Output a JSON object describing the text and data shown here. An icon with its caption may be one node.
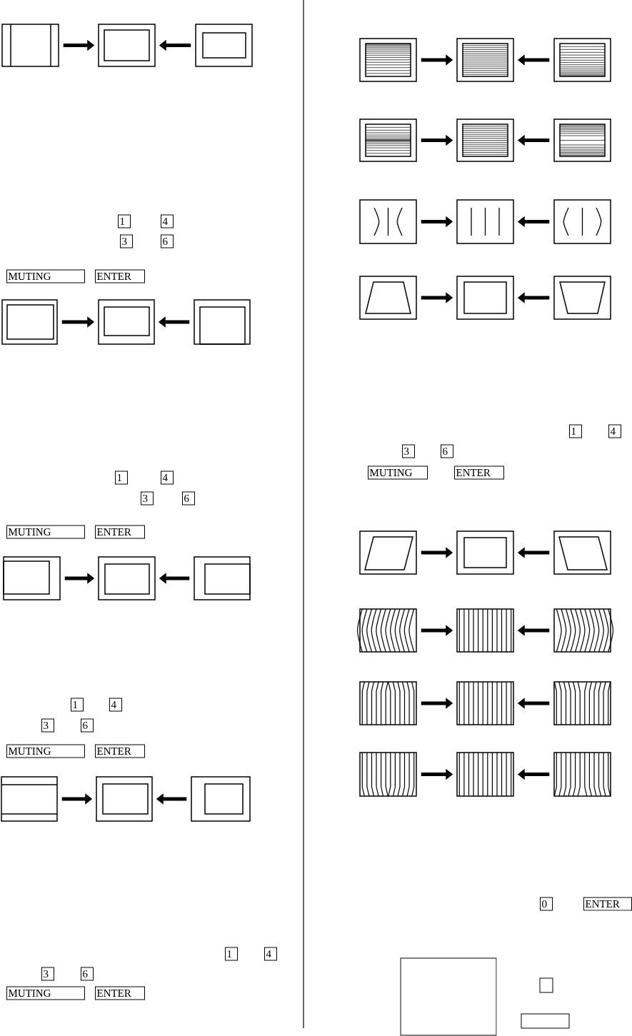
{
  "diagram": {
    "nodes": [
      {
        "text": [],
        "shape": "picture"
      },
      {
        "text": [],
        "shape": "picture"
      },
      {
        "text": [],
        "shape": "picture"
      },
      {
        "text": [
          "1"
        ]
      },
      {
        "text": [
          "4"
        ]
      },
      {
        "text": [
          "3"
        ]
      },
      {
        "text": [
          "6"
        ]
      },
      {
        "text": [
          "MUTING"
        ]
      },
      {
        "text": [
          "ENTER"
        ]
      },
      {
        "text": [],
        "shape": "picture"
      },
      {
        "text": [],
        "shape": "picture"
      },
      {
        "text": [],
        "shape": "picture"
      },
      {
        "text": [
          "1"
        ]
      },
      {
        "text": [
          "4"
        ]
      },
      {
        "text": [
          "3"
        ]
      },
      {
        "text": [
          "6"
        ]
      },
      {
        "text": [
          "MUTING"
        ]
      },
      {
        "text": [
          "ENTER"
        ]
      },
      {
        "text": [],
        "shape": "picture"
      },
      {
        "text": [],
        "shape": "picture"
      },
      {
        "text": [],
        "shape": "picture"
      },
      {
        "text": [
          "1"
        ]
      },
      {
        "text": [
          "4"
        ]
      },
      {
        "text": [
          "3"
        ]
      },
      {
        "text": [
          "6"
        ]
      },
      {
        "text": [
          "MUTING"
        ]
      },
      {
        "text": [
          "ENTER"
        ]
      },
      {
        "text": [],
        "shape": "picture"
      },
      {
        "text": [],
        "shape": "picture"
      },
      {
        "text": [],
        "shape": "picture"
      },
      {
        "text": [
          "1"
        ]
      },
      {
        "text": [
          "4"
        ]
      },
      {
        "text": [
          "3"
        ]
      },
      {
        "text": [
          "6"
        ]
      },
      {
        "text": [
          "MUTING"
        ]
      },
      {
        "text": [
          "ENTER"
        ]
      },
      {
        "text": [],
        "shape": "picture"
      },
      {
        "text": [],
        "shape": "picture"
      },
      {
        "text": [],
        "shape": "picture"
      },
      {
        "text": [],
        "shape": "picture"
      },
      {
        "text": [],
        "shape": "picture"
      },
      {
        "text": [],
        "shape": "picture"
      },
      {
        "text": [],
        "shape": "picture"
      },
      {
        "text": [],
        "shape": "picture"
      },
      {
        "text": [],
        "shape": "picture"
      },
      {
        "text": [],
        "shape": "picture"
      },
      {
        "text": [],
        "shape": "picture"
      },
      {
        "text": [],
        "shape": "picture"
      },
      {
        "text": [
          "1"
        ]
      },
      {
        "text": [
          "4"
        ]
      },
      {
        "text": [
          "3"
        ]
      },
      {
        "text": [
          "6"
        ]
      },
      {
        "text": [
          "MUTING"
        ]
      },
      {
        "text": [
          "ENTER"
        ]
      },
      {
        "text": [],
        "shape": "picture"
      },
      {
        "text": [],
        "shape": "picture"
      },
      {
        "text": [],
        "shape": "picture"
      },
      {
        "text": [],
        "shape": "picture"
      },
      {
        "text": [],
        "shape": "picture"
      },
      {
        "text": [],
        "shape": "picture"
      },
      {
        "text": [],
        "shape": "picture"
      },
      {
        "text": [],
        "shape": "picture"
      },
      {
        "text": [],
        "shape": "picture"
      },
      {
        "text": [],
        "shape": "picture"
      },
      {
        "text": [],
        "shape": "picture"
      },
      {
        "text": [],
        "shape": "picture"
      },
      {
        "text": [
          "0"
        ]
      },
      {
        "text": [
          "ENTER"
        ]
      },
      {
        "text": [],
        "shape": "box"
      },
      {
        "text": [],
        "shape": "box"
      },
      {
        "text": [],
        "shape": "box"
      }
    ],
    "edges": [
      {
        "from": 0,
        "to": 1,
        "arrow": "to"
      },
      {
        "from": 2,
        "to": 1,
        "arrow": "to"
      },
      {
        "from": 9,
        "to": 10,
        "arrow": "to"
      },
      {
        "from": 11,
        "to": 10,
        "arrow": "to"
      },
      {
        "from": 18,
        "to": 19,
        "arrow": "to"
      },
      {
        "from": 20,
        "to": 19,
        "arrow": "to"
      },
      {
        "from": 27,
        "to": 28,
        "arrow": "to"
      },
      {
        "from": 29,
        "to": 28,
        "arrow": "to"
      },
      {
        "from": 36,
        "to": 37,
        "arrow": "to"
      },
      {
        "from": 38,
        "to": 37,
        "arrow": "to"
      },
      {
        "from": 39,
        "to": 40,
        "arrow": "to"
      },
      {
        "from": 41,
        "to": 40,
        "arrow": "to"
      },
      {
        "from": 42,
        "to": 43,
        "arrow": "to"
      },
      {
        "from": 44,
        "to": 43,
        "arrow": "to"
      },
      {
        "from": 45,
        "to": 46,
        "arrow": "to"
      },
      {
        "from": 47,
        "to": 46,
        "arrow": "to"
      },
      {
        "from": 54,
        "to": 55,
        "arrow": "to"
      },
      {
        "from": 56,
        "to": 55,
        "arrow": "to"
      },
      {
        "from": 57,
        "to": 58,
        "arrow": "to"
      },
      {
        "from": 59,
        "to": 58,
        "arrow": "to"
      },
      {
        "from": 60,
        "to": 61,
        "arrow": "to"
      },
      {
        "from": 62,
        "to": 61,
        "arrow": "to"
      },
      {
        "from": 63,
        "to": 64,
        "arrow": "to"
      },
      {
        "from": 65,
        "to": 64,
        "arrow": "to"
      }
    ]
  }
}
